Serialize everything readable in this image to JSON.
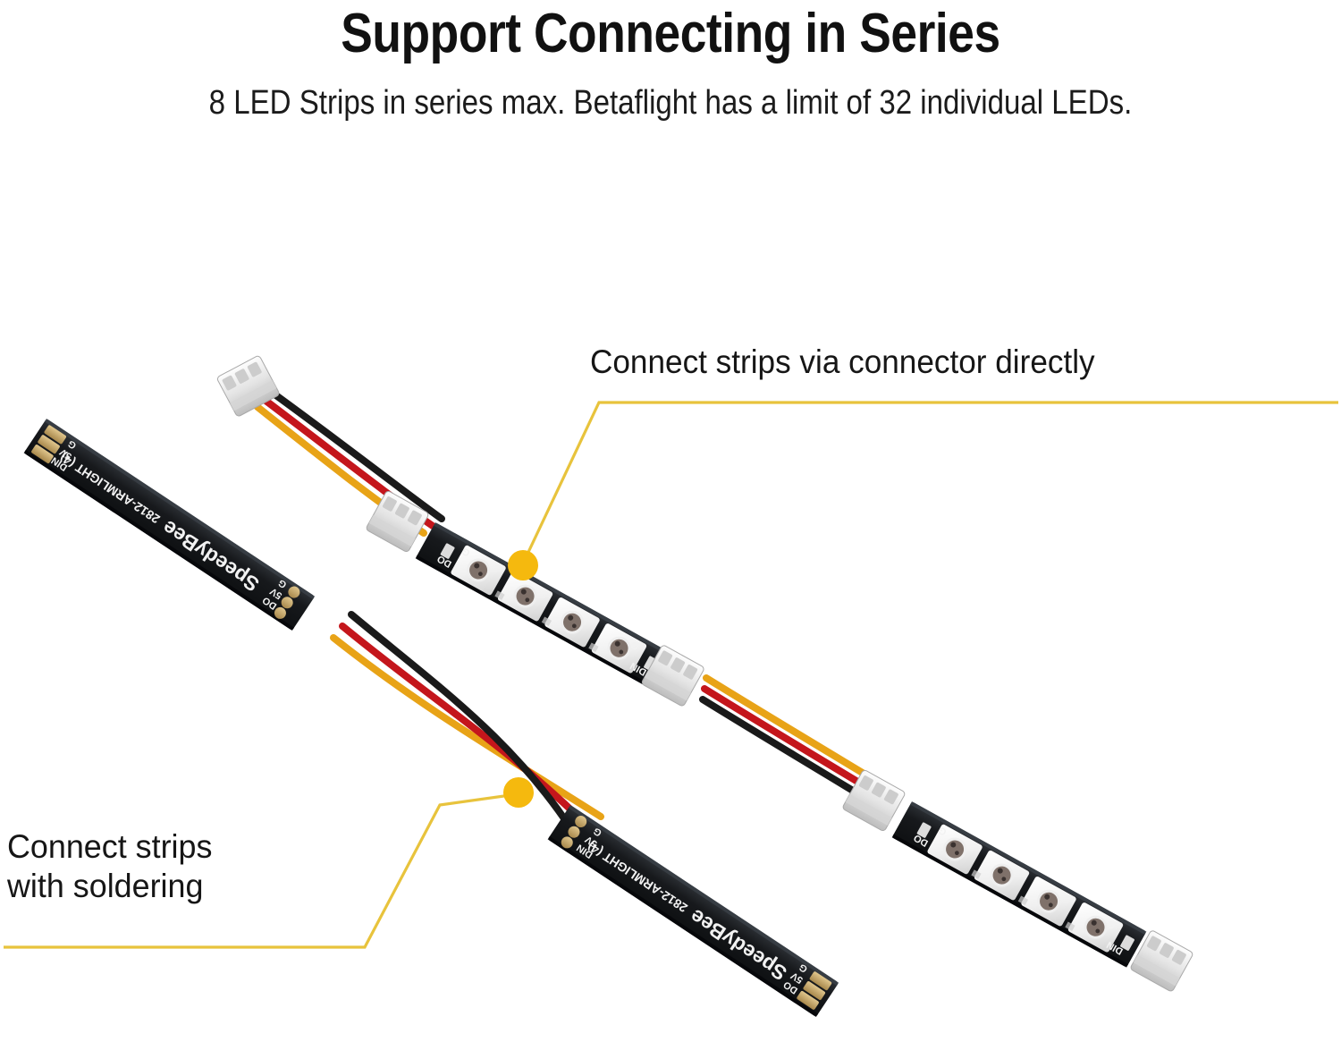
{
  "header": {
    "title": "Support Connecting in Series",
    "subtitle": "8 LED Strips in series max. Betaflight has a limit of 32 individual LEDs."
  },
  "callouts": [
    {
      "id": "connector-callout",
      "text": "Connect strips via connector directly",
      "marker_color": "#f5b90e"
    },
    {
      "id": "soldering-callout",
      "line1": "Connect strips",
      "line2": "with soldering",
      "marker_color": "#f5b90e"
    }
  ],
  "product": {
    "brand": "SpeedyBee",
    "model": "2812-ARMLIGHT (4)",
    "led_count_per_strip": 4,
    "pad_labels_input": [
      "DIN",
      "5V",
      "G"
    ],
    "pad_labels_output": [
      "DO",
      "5V",
      "G"
    ],
    "connector_type": "JST 3-pin",
    "wire_colors": {
      "signal": "#e8a317",
      "power": "#c4161c",
      "ground": "#1a1a1a"
    }
  },
  "strips": [
    {
      "id": "strip-top-left",
      "name": "solder-side-strip-upper",
      "leds_visible": false,
      "ends": [
        "pads",
        "solder-pads"
      ]
    },
    {
      "id": "strip-upper-right",
      "name": "connector-strip-upper",
      "leds_visible": true,
      "ends": [
        "connector",
        "connector"
      ]
    },
    {
      "id": "strip-bottom-left",
      "name": "solder-side-strip-lower",
      "leds_visible": false,
      "ends": [
        "pads",
        "pads"
      ]
    },
    {
      "id": "strip-lower-right",
      "name": "connector-strip-lower",
      "leds_visible": true,
      "ends": [
        "connector",
        "connector"
      ]
    }
  ],
  "colors": {
    "accent": "#f5b90e",
    "leader": "#e8c33c",
    "pcb": "#16181a",
    "pad": "#c6a86a",
    "background": "#ffffff",
    "text": "#161616"
  }
}
